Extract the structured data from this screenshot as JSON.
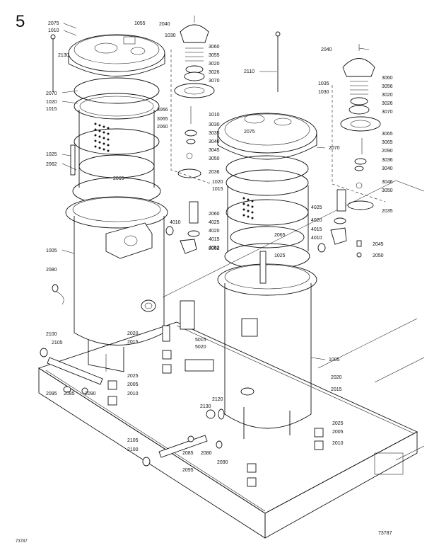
{
  "figure": {
    "step_number": "5",
    "drawing_number": "73787",
    "corner_code": "73787"
  },
  "callouts": {
    "left": [
      "2075",
      "1010",
      "1055",
      "2040",
      "1030",
      "3060",
      "3055",
      "3020",
      "3026",
      "3070",
      "2130",
      "2070",
      "1020",
      "1015",
      "3066",
      "3065",
      "3030",
      "3035",
      "2060",
      "3040",
      "3045",
      "3050",
      "2036",
      "1025",
      "2062",
      "2065",
      "2060",
      "4025",
      "4020",
      "4015",
      "4052",
      "4010",
      "1005",
      "2080",
      "2020",
      "2015",
      "2100",
      "2105",
      "2025",
      "2005",
      "2095",
      "2085",
      "2090",
      "2010"
    ],
    "right": [
      "2040",
      "3060",
      "3056",
      "3020",
      "3026",
      "3070",
      "2110",
      "1035",
      "1030",
      "1010",
      "2075",
      "2070",
      "3065",
      "3065",
      "2090",
      "3036",
      "3040",
      "3046",
      "3050",
      "2035",
      "4025",
      "4020",
      "4015",
      "4010",
      "2045",
      "2050",
      "2065",
      "1025",
      "2062",
      "1020",
      "1015",
      "1005",
      "2020",
      "2015",
      "2025",
      "2005",
      "2010",
      "5015",
      "5020",
      "2120",
      "2130",
      "2105",
      "2100",
      "2095",
      "2085",
      "2080",
      "2090"
    ]
  }
}
